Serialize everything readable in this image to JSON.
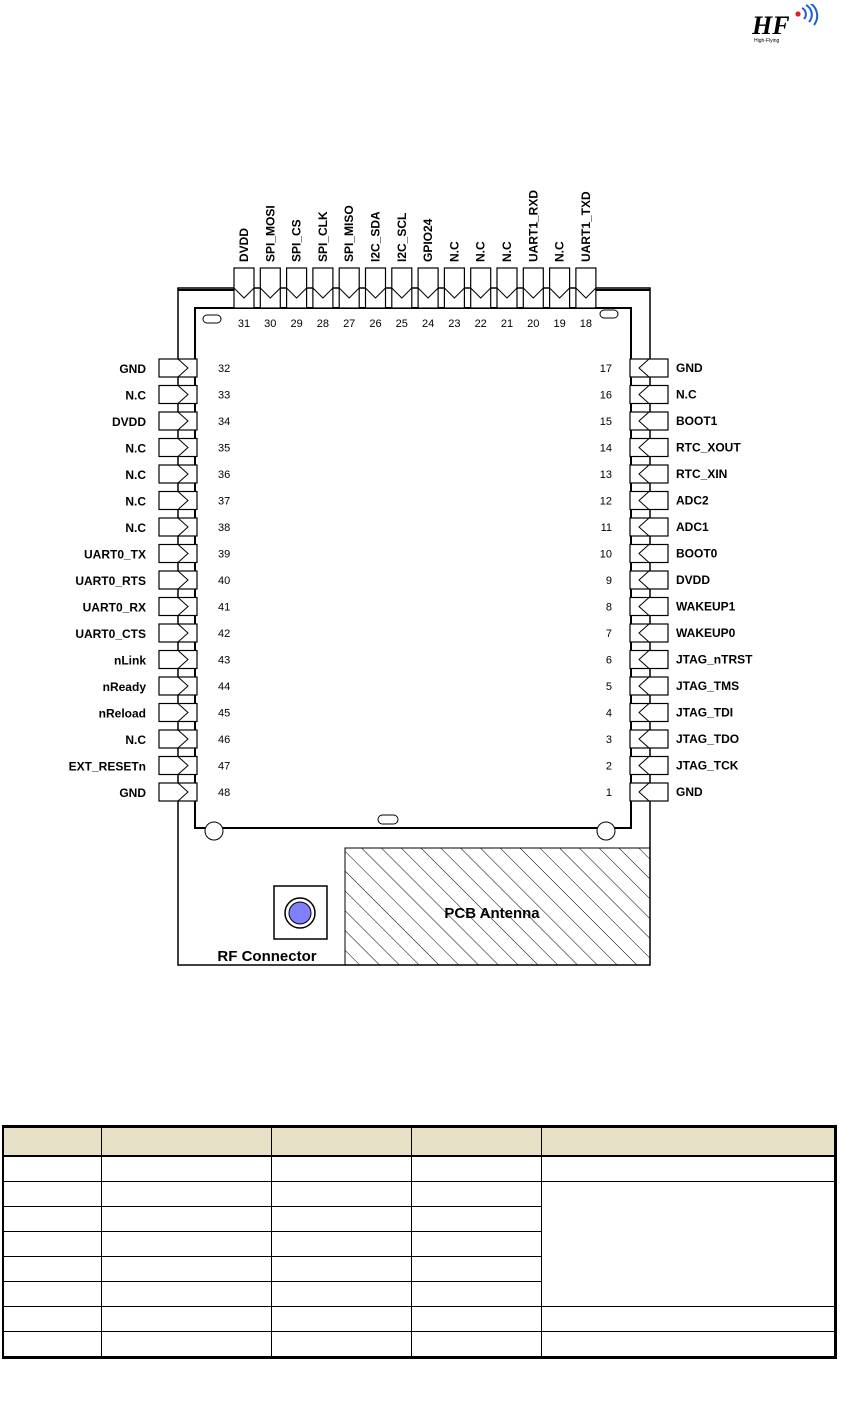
{
  "logo": {
    "mark": "HF",
    "tagline": "High-Flying"
  },
  "module": {
    "top_pins": [
      {
        "num": "31",
        "name": "DVDD"
      },
      {
        "num": "30",
        "name": "SPI_MOSI"
      },
      {
        "num": "29",
        "name": "SPI_CS"
      },
      {
        "num": "28",
        "name": "SPI_CLK"
      },
      {
        "num": "27",
        "name": "SPI_MISO"
      },
      {
        "num": "26",
        "name": "I2C_SDA"
      },
      {
        "num": "25",
        "name": "I2C_SCL"
      },
      {
        "num": "24",
        "name": "GPIO24"
      },
      {
        "num": "23",
        "name": "N.C"
      },
      {
        "num": "22",
        "name": "N.C"
      },
      {
        "num": "21",
        "name": "N.C"
      },
      {
        "num": "20",
        "name": "UART1_RXD"
      },
      {
        "num": "19",
        "name": "N.C"
      },
      {
        "num": "18",
        "name": "UART1_TXD"
      }
    ],
    "left_pins": [
      {
        "num": "32",
        "name": "GND"
      },
      {
        "num": "33",
        "name": "N.C"
      },
      {
        "num": "34",
        "name": "DVDD"
      },
      {
        "num": "35",
        "name": "N.C"
      },
      {
        "num": "36",
        "name": "N.C"
      },
      {
        "num": "37",
        "name": "N.C"
      },
      {
        "num": "38",
        "name": "N.C"
      },
      {
        "num": "39",
        "name": "UART0_TX"
      },
      {
        "num": "40",
        "name": "UART0_RTS"
      },
      {
        "num": "41",
        "name": "UART0_RX"
      },
      {
        "num": "42",
        "name": "UART0_CTS"
      },
      {
        "num": "43",
        "name": "nLink"
      },
      {
        "num": "44",
        "name": "nReady"
      },
      {
        "num": "45",
        "name": "nReload"
      },
      {
        "num": "46",
        "name": "N.C"
      },
      {
        "num": "47",
        "name": "EXT_RESETn"
      },
      {
        "num": "48",
        "name": "GND"
      }
    ],
    "right_pins": [
      {
        "num": "17",
        "name": "GND"
      },
      {
        "num": "16",
        "name": "N.C"
      },
      {
        "num": "15",
        "name": "BOOT1"
      },
      {
        "num": "14",
        "name": "RTC_XOUT"
      },
      {
        "num": "13",
        "name": "RTC_XIN"
      },
      {
        "num": "12",
        "name": "ADC2"
      },
      {
        "num": "11",
        "name": "ADC1"
      },
      {
        "num": "10",
        "name": "BOOT0"
      },
      {
        "num": "9",
        "name": "DVDD"
      },
      {
        "num": "8",
        "name": "WAKEUP1"
      },
      {
        "num": "7",
        "name": "WAKEUP0"
      },
      {
        "num": "6",
        "name": "JTAG_nTRST"
      },
      {
        "num": "5",
        "name": "JTAG_TMS"
      },
      {
        "num": "4",
        "name": "JTAG_TDI"
      },
      {
        "num": "3",
        "name": "JTAG_TDO"
      },
      {
        "num": "2",
        "name": "JTAG_TCK"
      },
      {
        "num": "1",
        "name": "GND"
      }
    ],
    "rf_label": "RF Connector",
    "antenna_label": "PCB Antenna"
  },
  "table": {
    "rows": 8
  }
}
